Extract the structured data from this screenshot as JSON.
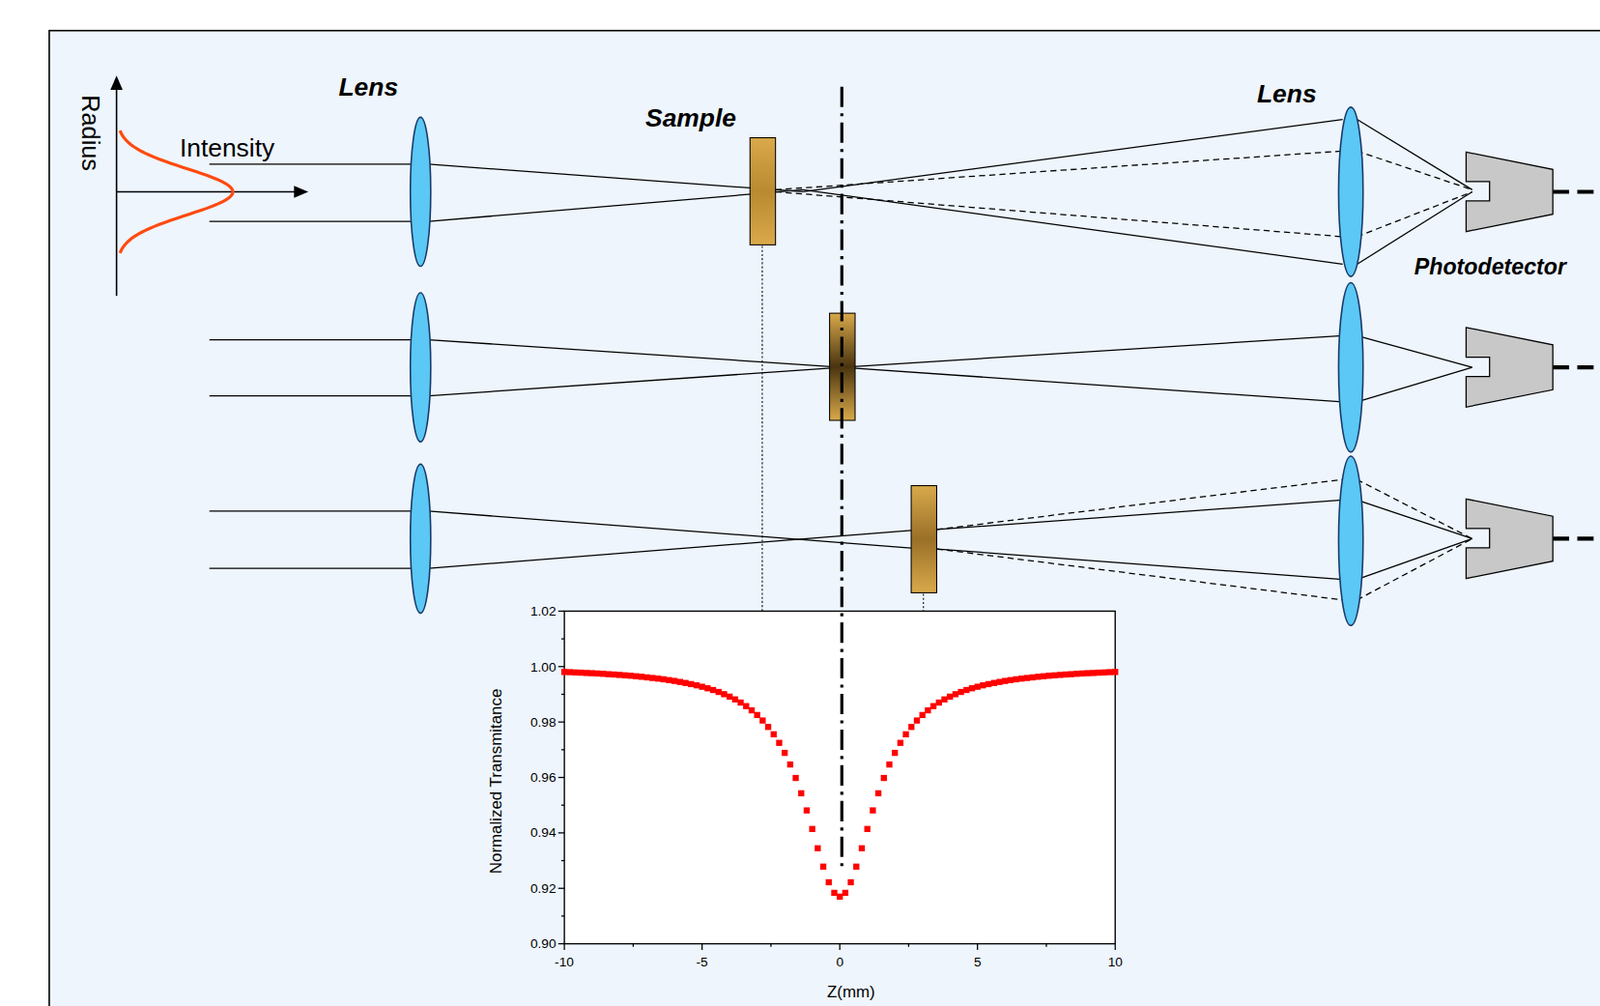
{
  "diagram": {
    "labels": [
      "Radius",
      "Intensity",
      "Lens",
      "Sample",
      "Lens",
      "Photodetector",
      "1.02",
      "1.00",
      "0.98",
      "0.96",
      "0.94",
      "0.92",
      "0.90",
      "-10",
      "-5",
      "0",
      "5",
      "10",
      "Normalized Transmitance",
      "Z(mm)"
    ]
  }
}
